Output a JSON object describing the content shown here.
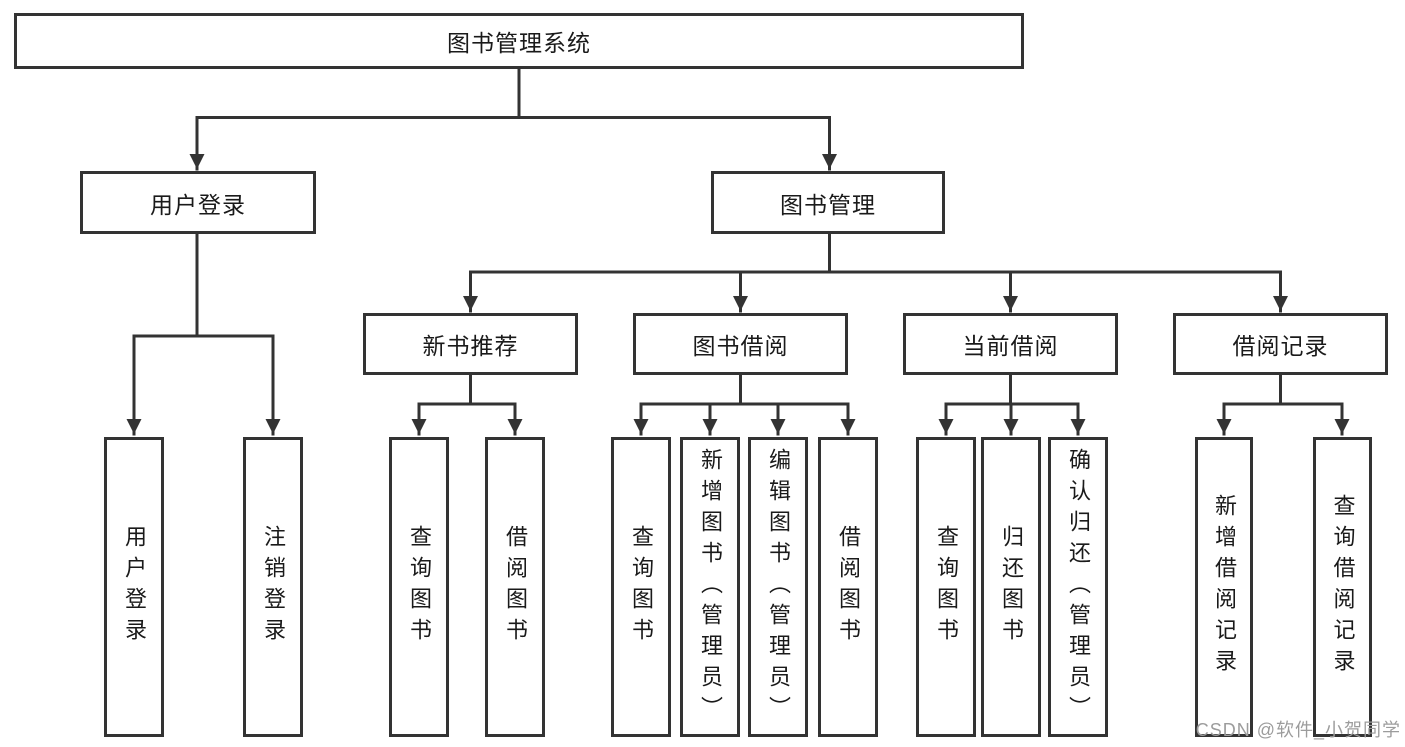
{
  "diagram": {
    "root": {
      "label": "图书管理系统"
    },
    "branches": [
      {
        "label": "用户登录",
        "children": [
          {
            "label": "用户登录"
          },
          {
            "label": "注销登录"
          }
        ]
      },
      {
        "label": "图书管理",
        "children": [
          {
            "label": "新书推荐",
            "children": [
              {
                "label": "查询图书"
              },
              {
                "label": "借阅图书"
              }
            ]
          },
          {
            "label": "图书借阅",
            "children": [
              {
                "label": "查询图书"
              },
              {
                "label": "新增图书（管理员）"
              },
              {
                "label": "编辑图书（管理员）"
              },
              {
                "label": "借阅图书"
              }
            ]
          },
          {
            "label": "当前借阅",
            "children": [
              {
                "label": "查询图书"
              },
              {
                "label": "归还图书"
              },
              {
                "label": "确认归还（管理员）"
              }
            ]
          },
          {
            "label": "借阅记录",
            "children": [
              {
                "label": "新增借阅记录"
              },
              {
                "label": "查询借阅记录"
              }
            ]
          }
        ]
      }
    ],
    "watermark": "CSDN @软件_小贺同学",
    "colors": {
      "line": "#333333",
      "box_border": "#333333",
      "text": "#1a1a1a",
      "background": "#ffffff",
      "watermark": "#9c9c9c"
    }
  }
}
